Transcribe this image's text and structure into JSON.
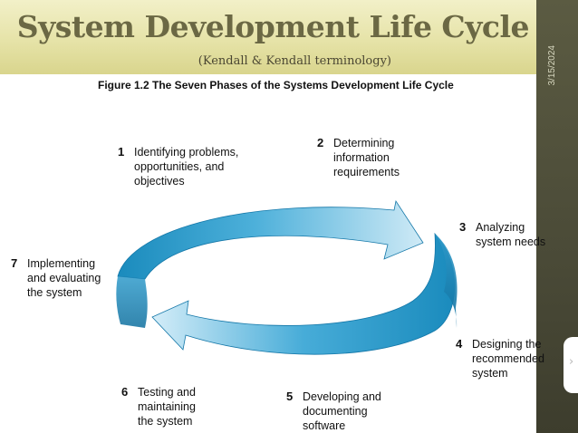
{
  "slide": {
    "title": "System Development Life Cycle",
    "subtitle": "(Kendall & Kendall terminology)",
    "date": "3/15/2024"
  },
  "figure": {
    "caption": "Figure 1.2  The Seven Phases of the Systems Development Life Cycle"
  },
  "phases": [
    {
      "num": "1",
      "label": "Identifying problems, opportunities, and objectives"
    },
    {
      "num": "2",
      "label": "Determining information requirements"
    },
    {
      "num": "3",
      "label": "Analyzing system needs"
    },
    {
      "num": "4",
      "label": "Designing the recommended system"
    },
    {
      "num": "5",
      "label": "Developing and documenting software"
    },
    {
      "num": "6",
      "label": "Testing and maintaining the system"
    },
    {
      "num": "7",
      "label": "Implementing and evaluating the system"
    }
  ],
  "colors": {
    "cycle_dark": "#1b8dbf",
    "cycle_mid": "#3fa9d6",
    "cycle_light": "#cfeaf6",
    "title": "#6b6844"
  },
  "icons": {
    "cycle_arrows": "circular-arrows-icon"
  }
}
